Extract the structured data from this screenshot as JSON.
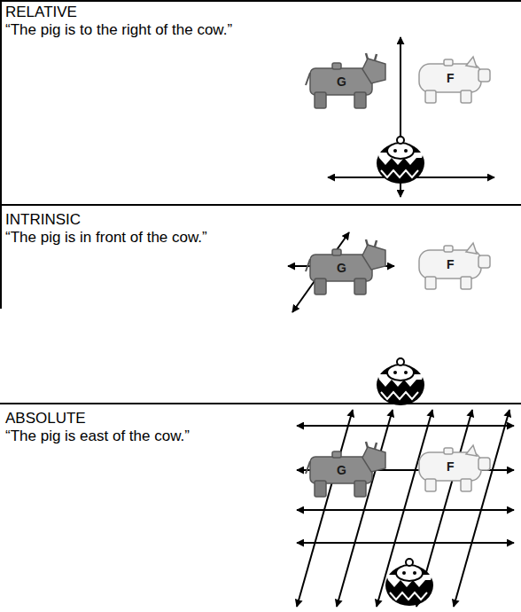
{
  "diagram": {
    "labels": [
      "RELATIVE",
      "“The pig is to the right of the cow.”",
      "G",
      "F",
      "INTRINSIC",
      "“The pig is in front of the cow.”",
      "G",
      "F",
      "ABSOLUTE",
      "“The pig is east of the cow.”",
      "G",
      "F"
    ]
  }
}
